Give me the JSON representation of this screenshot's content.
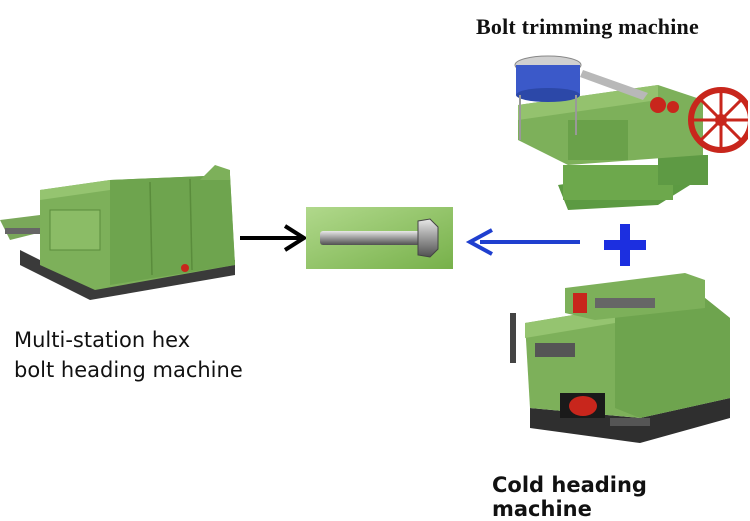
{
  "labels": {
    "trimming": "Bolt trimming machine",
    "multi_line1": "Multi-station hex",
    "multi_line2": "bolt heading machine",
    "cold": "Cold heading machine"
  },
  "colors": {
    "machine_green": "#7db05a",
    "arrow_black": "#000000",
    "arrow_blue": "#1f3fcf",
    "plus_blue": "#1c2fe0",
    "product_bg": "#8fc85a",
    "wheel_red": "#c8261c"
  }
}
